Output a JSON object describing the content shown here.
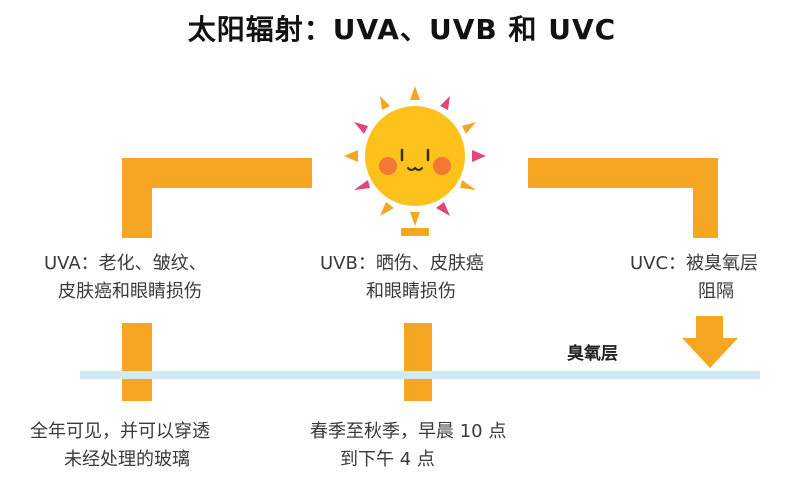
{
  "title": "太阳辐射：UVA、UVB 和 UVC",
  "uva": {
    "line1": "UVA：老化、皱纹、",
    "line2": "皮肤癌和眼睛损伤",
    "detail_line1": "全年可见，并可以穿透",
    "detail_line2": "未经处理的玻璃"
  },
  "uvb": {
    "line1": "UVB：晒伤、皮肤癌",
    "line2": "和眼睛损伤",
    "detail_line1": "春季至秋季，早晨 10 点",
    "detail_line2": "到下午 4 点"
  },
  "uvc": {
    "line1": "UVC：被臭氧层",
    "line2": "阻隔"
  },
  "ozone_label": "臭氧层",
  "colors": {
    "arrow": "#f6a623",
    "sun": "#fcc21b",
    "ozone": "#cfe9f5"
  }
}
